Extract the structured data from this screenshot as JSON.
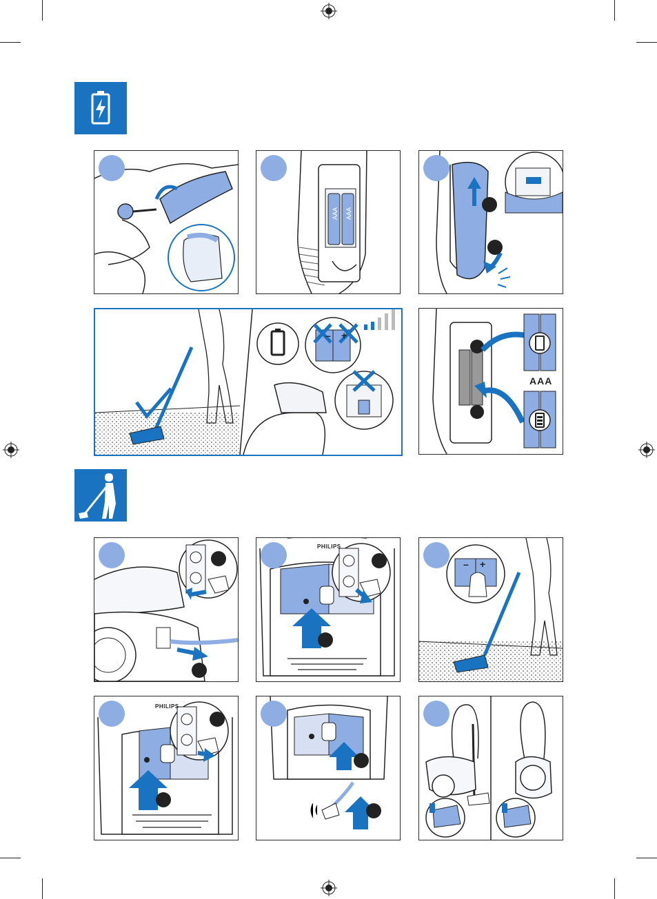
{
  "battery_label": "AAA",
  "brand_label_a": "PHILIPS",
  "brand_label_b": "PHILIPS",
  "minus_sign": "–",
  "plus_sign": "+",
  "colors": {
    "brand_blue": "#1a73c1",
    "step_blue": "#8eaee3",
    "light_blue": "#a3bde8",
    "line": "#2a2a2a"
  }
}
